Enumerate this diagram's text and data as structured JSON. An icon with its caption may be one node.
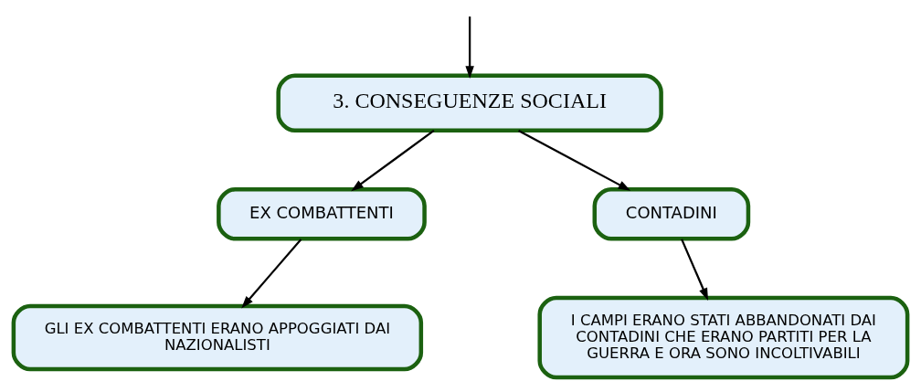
{
  "diagram": {
    "nodes": [
      {
        "text": [
          "3. CONSEGUENZE SOCIALI"
        ]
      },
      {
        "text": [
          "EX COMBATTENTI"
        ]
      },
      {
        "text": [
          "CONTADINI"
        ]
      },
      {
        "text": [
          "GLI EX COMBATTENTI ERANO APPOGGIATI DAI NAZIONALISTI"
        ]
      },
      {
        "text": [
          "I CAMPI ERANO STATI ABBANDONATI DAI CONTADINI CHE ERANO PARTITI PER LA GUERRA E ORA SONO INCOLTIVABILI"
        ]
      }
    ],
    "edges": [
      {
        "from": null,
        "to": 0,
        "arrow": "to"
      },
      {
        "from": 0,
        "to": 1,
        "arrow": "to"
      },
      {
        "from": 0,
        "to": 2,
        "arrow": "to"
      },
      {
        "from": 1,
        "to": 3,
        "arrow": "to"
      },
      {
        "from": 2,
        "to": 4,
        "arrow": "to"
      }
    ]
  }
}
